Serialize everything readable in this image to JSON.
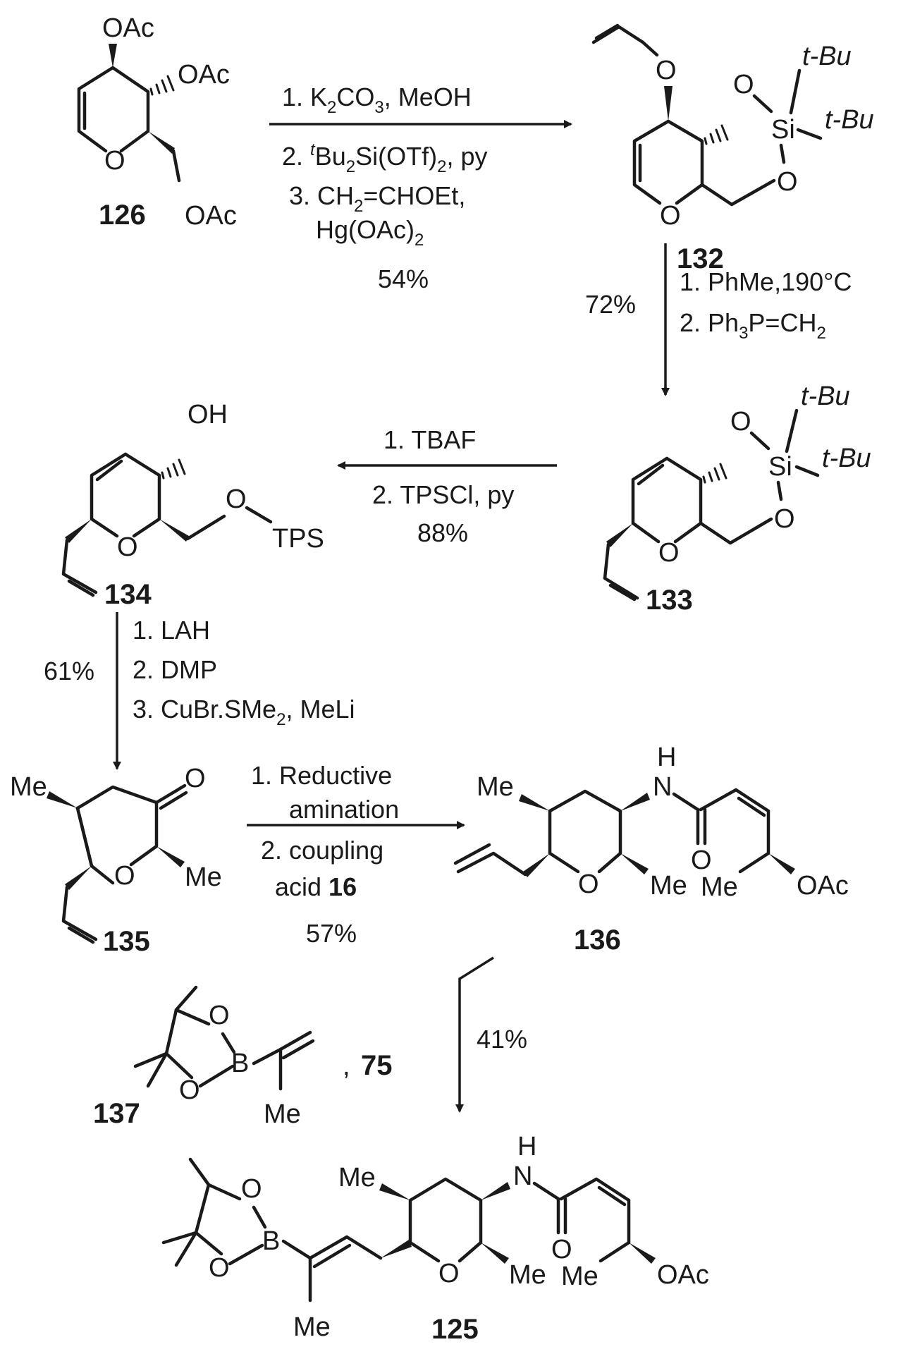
{
  "compounds": {
    "c126": {
      "label": "126"
    },
    "c132": {
      "label": "132"
    },
    "c133": {
      "label": "133"
    },
    "c134": {
      "label": "134"
    },
    "c135": {
      "label": "135"
    },
    "c136": {
      "label": "136"
    },
    "c137": {
      "label": "137"
    },
    "c125": {
      "label": "125"
    },
    "c75": {
      "label": "75"
    }
  },
  "atoms": {
    "oac": "OAc",
    "o": "O",
    "si": "Si",
    "tbu": "t-Bu",
    "oh": "OH",
    "tps": "TPS",
    "me": "Me",
    "h": "H",
    "n": "N",
    "b": "B",
    "comma": ","
  },
  "steps": {
    "s1": {
      "line1": "1. K",
      "line1_sub": "2",
      "line1_b": "CO",
      "line1_sub2": "3",
      "line1_c": ", MeOH",
      "line2_pre": "2. ",
      "line2_sup": "t",
      "line2_a": "Bu",
      "line2_sub": "2",
      "line2_b": "Si(OTf)",
      "line2_sub2": "2",
      "line2_c": ", py",
      "line3_a": "3. CH",
      "line3_sub": "2",
      "line3_b": "=CHOEt,",
      "line4_a": "Hg(OAc)",
      "line4_sub": "2",
      "yield": "54%"
    },
    "s2": {
      "line1": "1. PhMe,190°C",
      "line2_a": "2.  Ph",
      "line2_sub": "3",
      "line2_b": "P=CH",
      "line2_sub2": "2",
      "yield": "72%"
    },
    "s3": {
      "line1": "1. TBAF",
      "line2": "2. TPSCl, py",
      "yield": "88%"
    },
    "s4": {
      "line1": "1. LAH",
      "line2": "2. DMP",
      "line3_a": "3. CuBr.SMe",
      "line3_sub": "2",
      "line3_b": ", MeLi",
      "yield": "61%"
    },
    "s5": {
      "line1": "1. Reductive",
      "line2": "amination",
      "line3": "2. coupling",
      "line4_a": "acid ",
      "line4_b": "16",
      "yield": "57%"
    },
    "s6": {
      "yield": "41%"
    }
  }
}
